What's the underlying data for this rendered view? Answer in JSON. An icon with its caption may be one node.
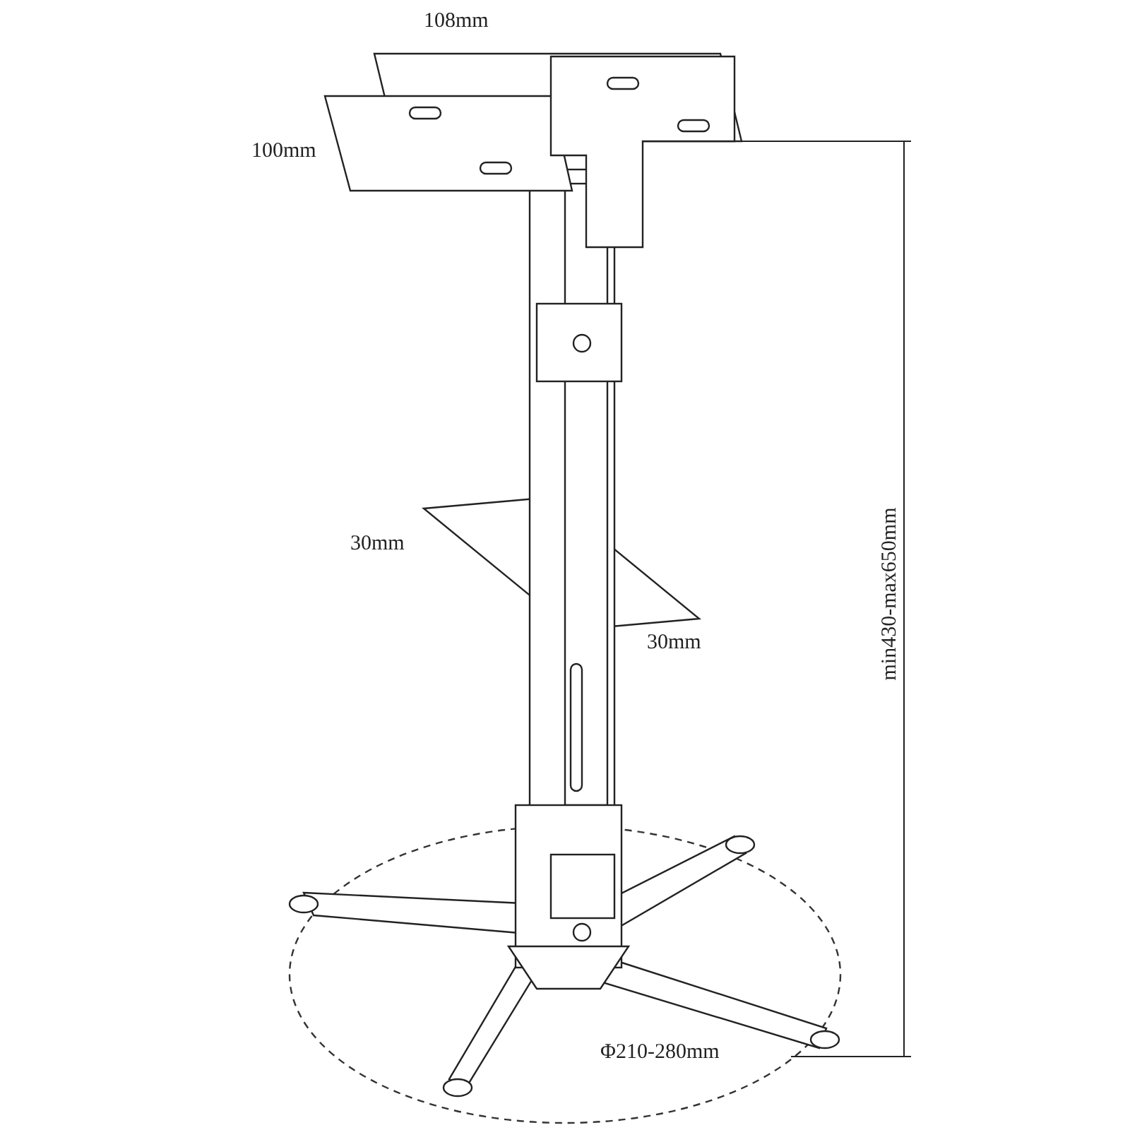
{
  "diagram": {
    "labels": [
      "108mm",
      "100mm",
      "30mm",
      "30mm",
      "min430-max650mm",
      "Φ210-280mm"
    ]
  }
}
